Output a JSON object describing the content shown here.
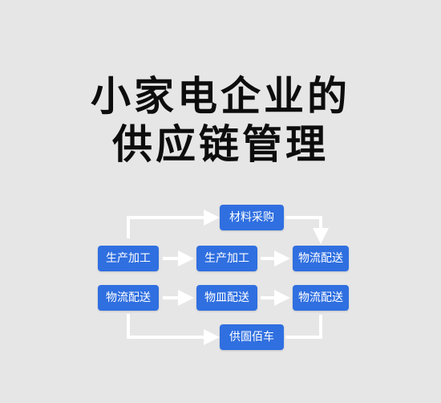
{
  "title": {
    "line1": "小家电企业的",
    "line2": "供应链管理"
  },
  "colors": {
    "background": "#e6e6e7",
    "node_fill": "#2f6fe0",
    "node_text": "#ffffff",
    "connector": "#ffffff",
    "title_text": "#0d0d0d"
  },
  "diagram": {
    "top_node": "材料采购",
    "row1": [
      "生产加工",
      "生产加工",
      "物流配送"
    ],
    "row2": [
      "物流配送",
      "物皿配送",
      "物流配送"
    ],
    "bottom_node": "供圄佰车"
  }
}
